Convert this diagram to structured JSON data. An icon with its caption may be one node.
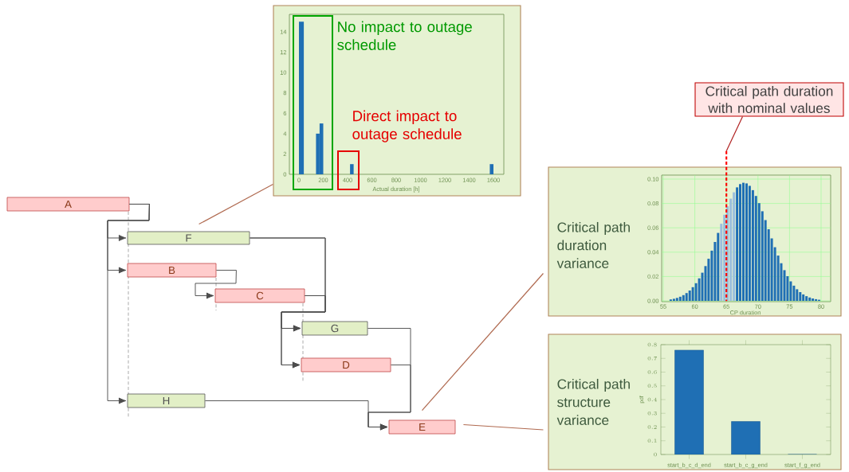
{
  "diagram": {
    "nodes": [
      {
        "text": [
          "A"
        ]
      },
      {
        "text": [
          "F"
        ]
      },
      {
        "text": [
          "B"
        ]
      },
      {
        "text": [
          "C"
        ]
      },
      {
        "text": [
          "G"
        ]
      },
      {
        "text": [
          "D"
        ]
      },
      {
        "text": [
          "H"
        ]
      },
      {
        "text": [
          "E"
        ]
      },
      {
        "text": [
          "No impact to outage schedule",
          "Direct impact to outage schedule"
        ]
      },
      {
        "text": [
          "Critical path duration variance"
        ]
      },
      {
        "text": [
          "Critical path structure variance"
        ]
      },
      {
        "text": [
          "Critical path duration with nominal values"
        ]
      },
      {
        "text": [],
        "shape": "line"
      }
    ],
    "edges": [
      {
        "from": 0,
        "to": 1,
        "arrow": "to"
      },
      {
        "from": 0,
        "to": 2,
        "arrow": "to"
      },
      {
        "from": 0,
        "to": 6,
        "arrow": "to"
      },
      {
        "from": 2,
        "to": 3,
        "arrow": "to"
      },
      {
        "from": 1,
        "to": 4,
        "arrow": "to"
      },
      {
        "from": 1,
        "to": 5,
        "arrow": "to"
      },
      {
        "from": 3,
        "to": 4,
        "arrow": "to"
      },
      {
        "from": 3,
        "to": 5,
        "arrow": "to"
      },
      {
        "from": 4,
        "to": 7,
        "arrow": "to"
      },
      {
        "from": 5,
        "to": 7,
        "arrow": "to"
      },
      {
        "from": 6,
        "to": 7,
        "arrow": "to"
      },
      {
        "from": 1,
        "to": 8,
        "arrow": "none",
        "color": "#b06a50"
      },
      {
        "from": 7,
        "to": 9,
        "arrow": "none",
        "color": "#b06a50"
      },
      {
        "from": 7,
        "to": 10,
        "arrow": "none",
        "color": "#b06a50"
      },
      {
        "from": 11,
        "to": 12,
        "arrow": "none",
        "color": "#b02020"
      }
    ],
    "labels": [
      "0",
      "2",
      "4",
      "6",
      "8",
      "10",
      "12",
      "14",
      "0",
      "200",
      "400",
      "600",
      "800",
      "1000",
      "1200",
      "1400",
      "1600",
      "Actual duration [h]",
      "0.00",
      "0.02",
      "0.04",
      "0.06",
      "0.08",
      "0.10",
      "55",
      "60",
      "65",
      "70",
      "75",
      "80",
      "CP duration"
    ],
    "chart_data": {
      "type": "bar",
      "ylabel": "pdf",
      "categories": [
        "start_b_c_d_end",
        "start_b_c_g_end",
        "start_f_g_end"
      ],
      "values": [
        0.76,
        0.24,
        0
      ],
      "ylim": [
        0,
        0.8
      ],
      "yticks": [
        0,
        0.1,
        0.2,
        0.3,
        0.4,
        0.5,
        0.6,
        0.7,
        0.8
      ]
    }
  }
}
